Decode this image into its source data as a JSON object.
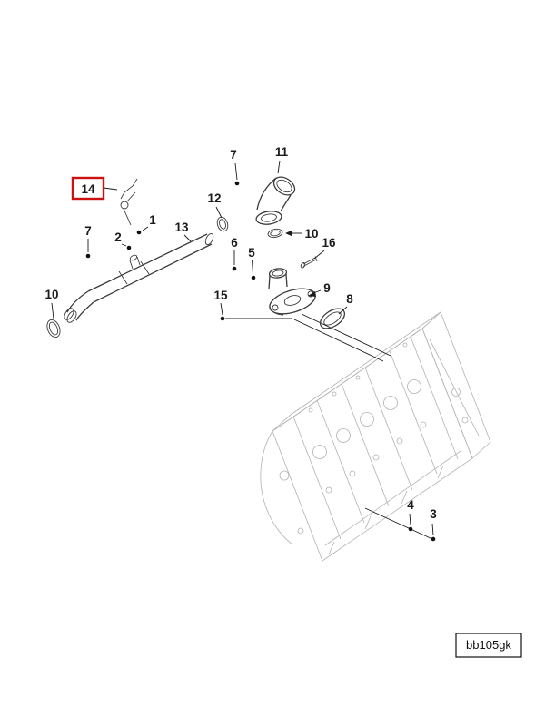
{
  "figure": {
    "code": "bb105gk",
    "highlighted_callout": "14",
    "highlight_color": "#cc1111",
    "callouts": [
      {
        "label": "14"
      },
      {
        "label": "7"
      },
      {
        "label": "11"
      },
      {
        "label": "12"
      },
      {
        "label": "13"
      },
      {
        "label": "1"
      },
      {
        "label": "2"
      },
      {
        "label": "7"
      },
      {
        "label": "10"
      },
      {
        "label": "16"
      },
      {
        "label": "6"
      },
      {
        "label": "5"
      },
      {
        "label": "9"
      },
      {
        "label": "8"
      },
      {
        "label": "15"
      },
      {
        "label": "10"
      },
      {
        "label": "4"
      },
      {
        "label": "3"
      }
    ]
  }
}
